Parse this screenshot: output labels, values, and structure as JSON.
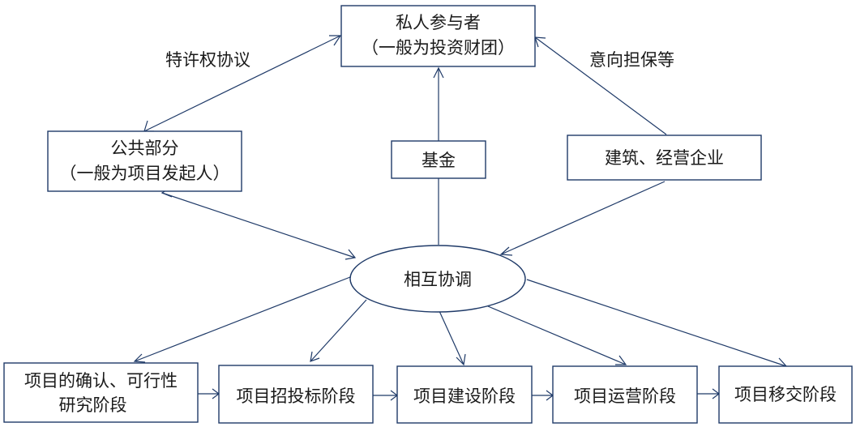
{
  "nodes": {
    "private_participant": {
      "line1": "私人参与者",
      "line2": "（一般为投资财团）"
    },
    "public_sector": {
      "line1": "公共部分",
      "line2": "（一般为项目发起人）"
    },
    "fund": {
      "label": "基金"
    },
    "construction": {
      "label": "建筑、经营企业"
    },
    "coordination": {
      "label": "相互协调"
    },
    "stage_research": {
      "line1": "项目的确认、可行性",
      "line2": "研究阶段"
    },
    "stage_bidding": {
      "label": "项目招投标阶段"
    },
    "stage_building": {
      "label": "项目建设阶段"
    },
    "stage_operation": {
      "label": "项目运营阶段"
    },
    "stage_transfer": {
      "label": "项目移交阶段"
    }
  },
  "edge_labels": {
    "franchise": "特许权协议",
    "guarantee": "意向担保等"
  }
}
